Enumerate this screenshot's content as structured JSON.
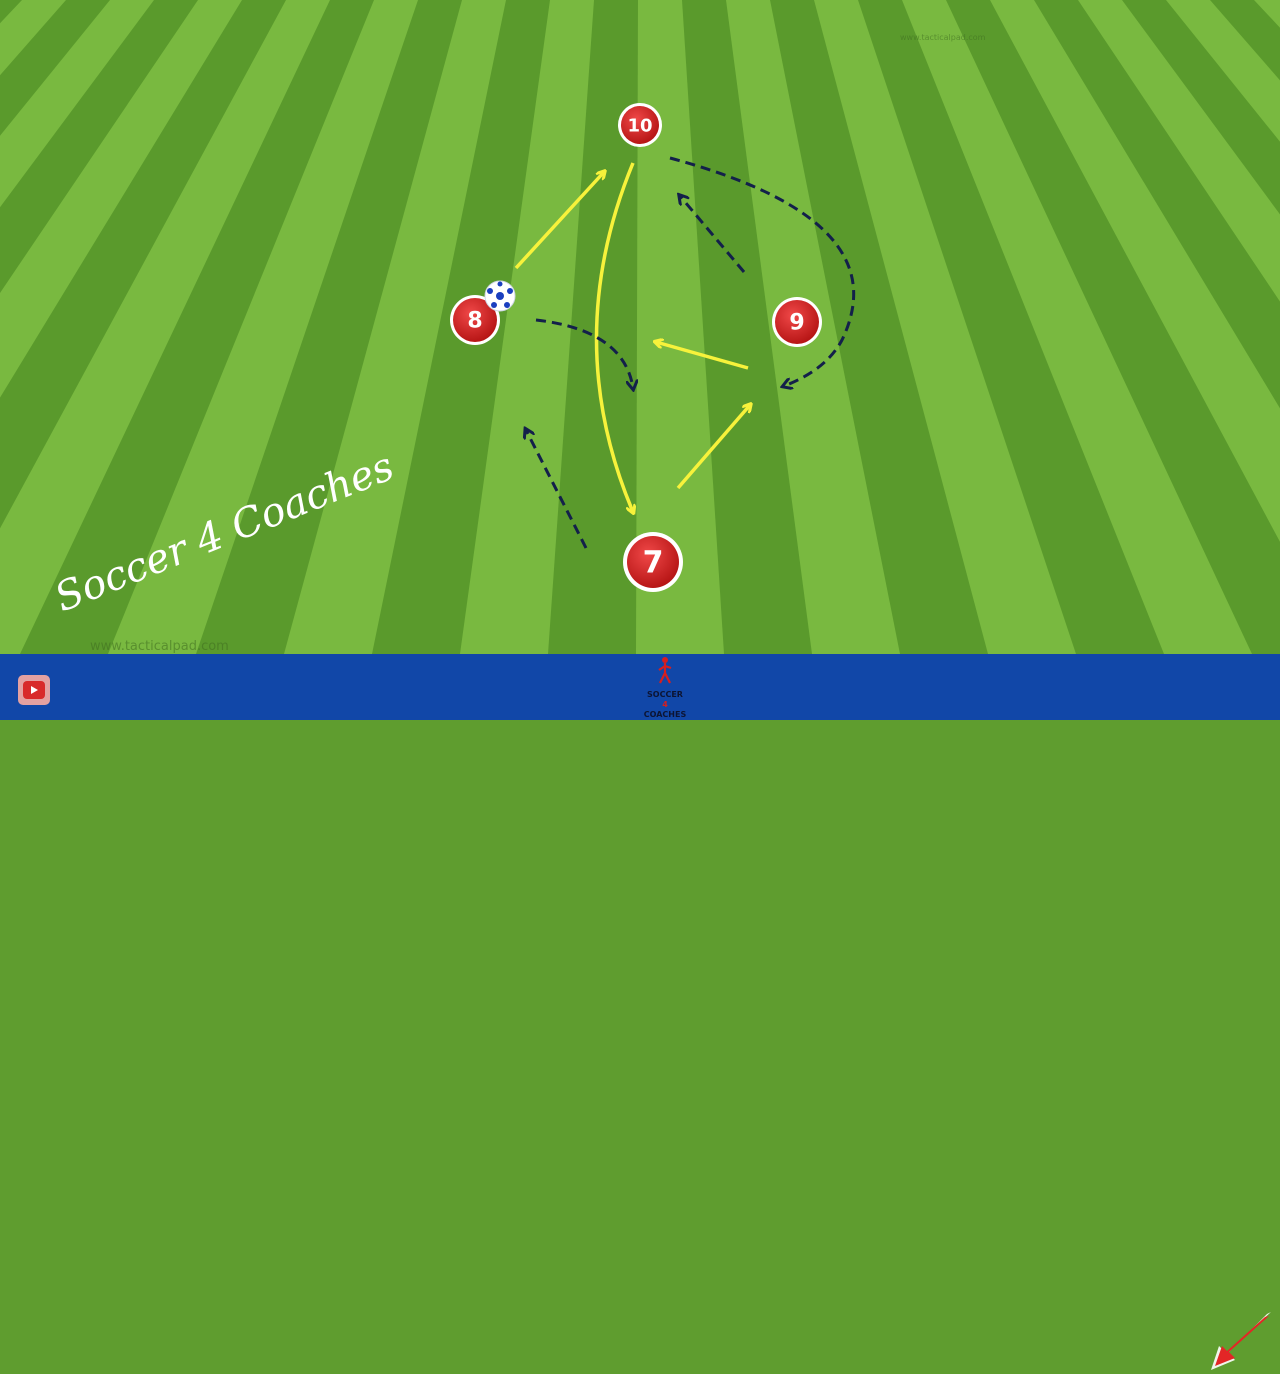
{
  "players": [
    {
      "number": "10",
      "color": "#d81e1e"
    },
    {
      "number": "8",
      "color": "#d81e1e"
    },
    {
      "number": "9",
      "color": "#d81e1e"
    },
    {
      "number": "7",
      "color": "#d81e1e"
    }
  ],
  "ball": {
    "icon": "soccer-ball-icon",
    "colors": [
      "#ffffff",
      "#1a3fbf"
    ]
  },
  "arrows": {
    "pass_color": "#f7f23b",
    "run_color": "#13204a",
    "pass_style": "solid",
    "run_style": "dashed"
  },
  "pitch": {
    "stripe_dark": "#5a9a2c",
    "stripe_light": "#79b940"
  },
  "branding": {
    "script_text": "Soccer 4 Coaches",
    "watermark_url": "www.tacticalpad.com",
    "logo_line1": "SOCCER",
    "logo_line2": "4",
    "logo_line3": "COACHES"
  },
  "footer": {
    "background": "#1147a8",
    "youtube_icon": "youtube-play-icon",
    "corner_icon": "red-arrow-pointer-icon"
  }
}
